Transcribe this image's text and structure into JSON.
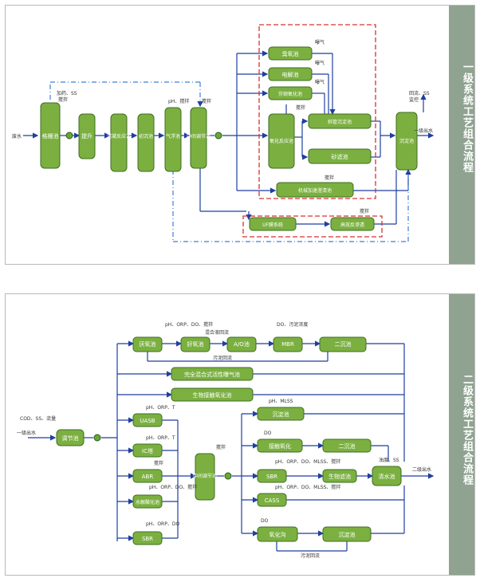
{
  "panel1": {
    "title": "一级系统工艺组合流程",
    "inlet_label": "废水",
    "outlet_label": "一级出水",
    "tanks": [
      {
        "id": "grid",
        "label": "格栅池"
      },
      {
        "id": "pump",
        "label": "提升"
      },
      {
        "id": "mix",
        "label": "混凝反应池"
      },
      {
        "id": "settle",
        "label": "初沉池"
      },
      {
        "id": "air",
        "label": "气浮池"
      },
      {
        "id": "mid",
        "label": "中间调节池"
      },
      {
        "id": "clar",
        "label": "沉淀池"
      }
    ],
    "red_box_items": [
      "臭氧池",
      "电解池",
      "芬顿氧化池",
      "氧化反应池",
      "斜管沉淀池",
      "砂滤池",
      "机械加速澄清池"
    ],
    "lower_items": [
      "UF膜系统",
      "高效反渗透"
    ],
    "annotations": [
      "加药、SS",
      "搅拌",
      "pH、搅拌",
      "搅拌",
      "曝气",
      "曝气",
      "曝气",
      "搅拌",
      "搅拌",
      "搅拌",
      "回流、SS",
      "监控"
    ]
  },
  "panel2": {
    "title": "二级系统工艺组合流程",
    "inlet_label": "一级出水",
    "outlet_label": "二级出水",
    "items": [
      {
        "id": "reg",
        "label": "调节池"
      },
      {
        "id": "anx",
        "label": "厌氧池"
      },
      {
        "id": "aer",
        "label": "好氧池"
      },
      {
        "id": "ao",
        "label": "A/O池"
      },
      {
        "id": "mbr",
        "label": "MBR"
      },
      {
        "id": "sec",
        "label": "二沉池"
      },
      {
        "id": "sbr",
        "label": "SBR"
      },
      {
        "id": "uasb",
        "label": "UASB"
      },
      {
        "id": "ic",
        "label": "IC塔"
      },
      {
        "id": "hyd",
        "label": "水解酸化池"
      },
      {
        "id": "abr",
        "label": "ABR"
      },
      {
        "id": "midpool",
        "label": "中间调节池"
      },
      {
        "id": "full",
        "label": "完全混合式活性曝气池"
      },
      {
        "id": "bio",
        "label": "生物接触氧化池"
      },
      {
        "id": "settle2",
        "label": "沉淀池"
      },
      {
        "id": "cont",
        "label": "接触氧化"
      },
      {
        "id": "sed2",
        "label": "二沉池"
      },
      {
        "id": "sbr2",
        "label": "SBR"
      },
      {
        "id": "biof",
        "label": "生物滤池"
      },
      {
        "id": "cass",
        "label": "CASS"
      },
      {
        "id": "oxid",
        "label": "氧化沟"
      },
      {
        "id": "sed3",
        "label": "沉淀池"
      },
      {
        "id": "clar2",
        "label": "清水池"
      }
    ],
    "annotations": [
      "pH、ORP、DO、搅拌",
      "DO、污泥浓度",
      "混合液回流",
      "污泥回流",
      "pH、ORP、T",
      "pH、ORP、T",
      "搅拌",
      "pH、ORP、DO、搅拌",
      "pH、ORP、DO",
      "搅拌",
      "pH、MLSS",
      "DO",
      "pH、ORP、DO、MLSS、搅拌",
      "pH、ORP、DO、MLSS、搅拌",
      "DO",
      "污泥回流",
      "浊度、SS",
      "COD、SS、流量"
    ]
  }
}
